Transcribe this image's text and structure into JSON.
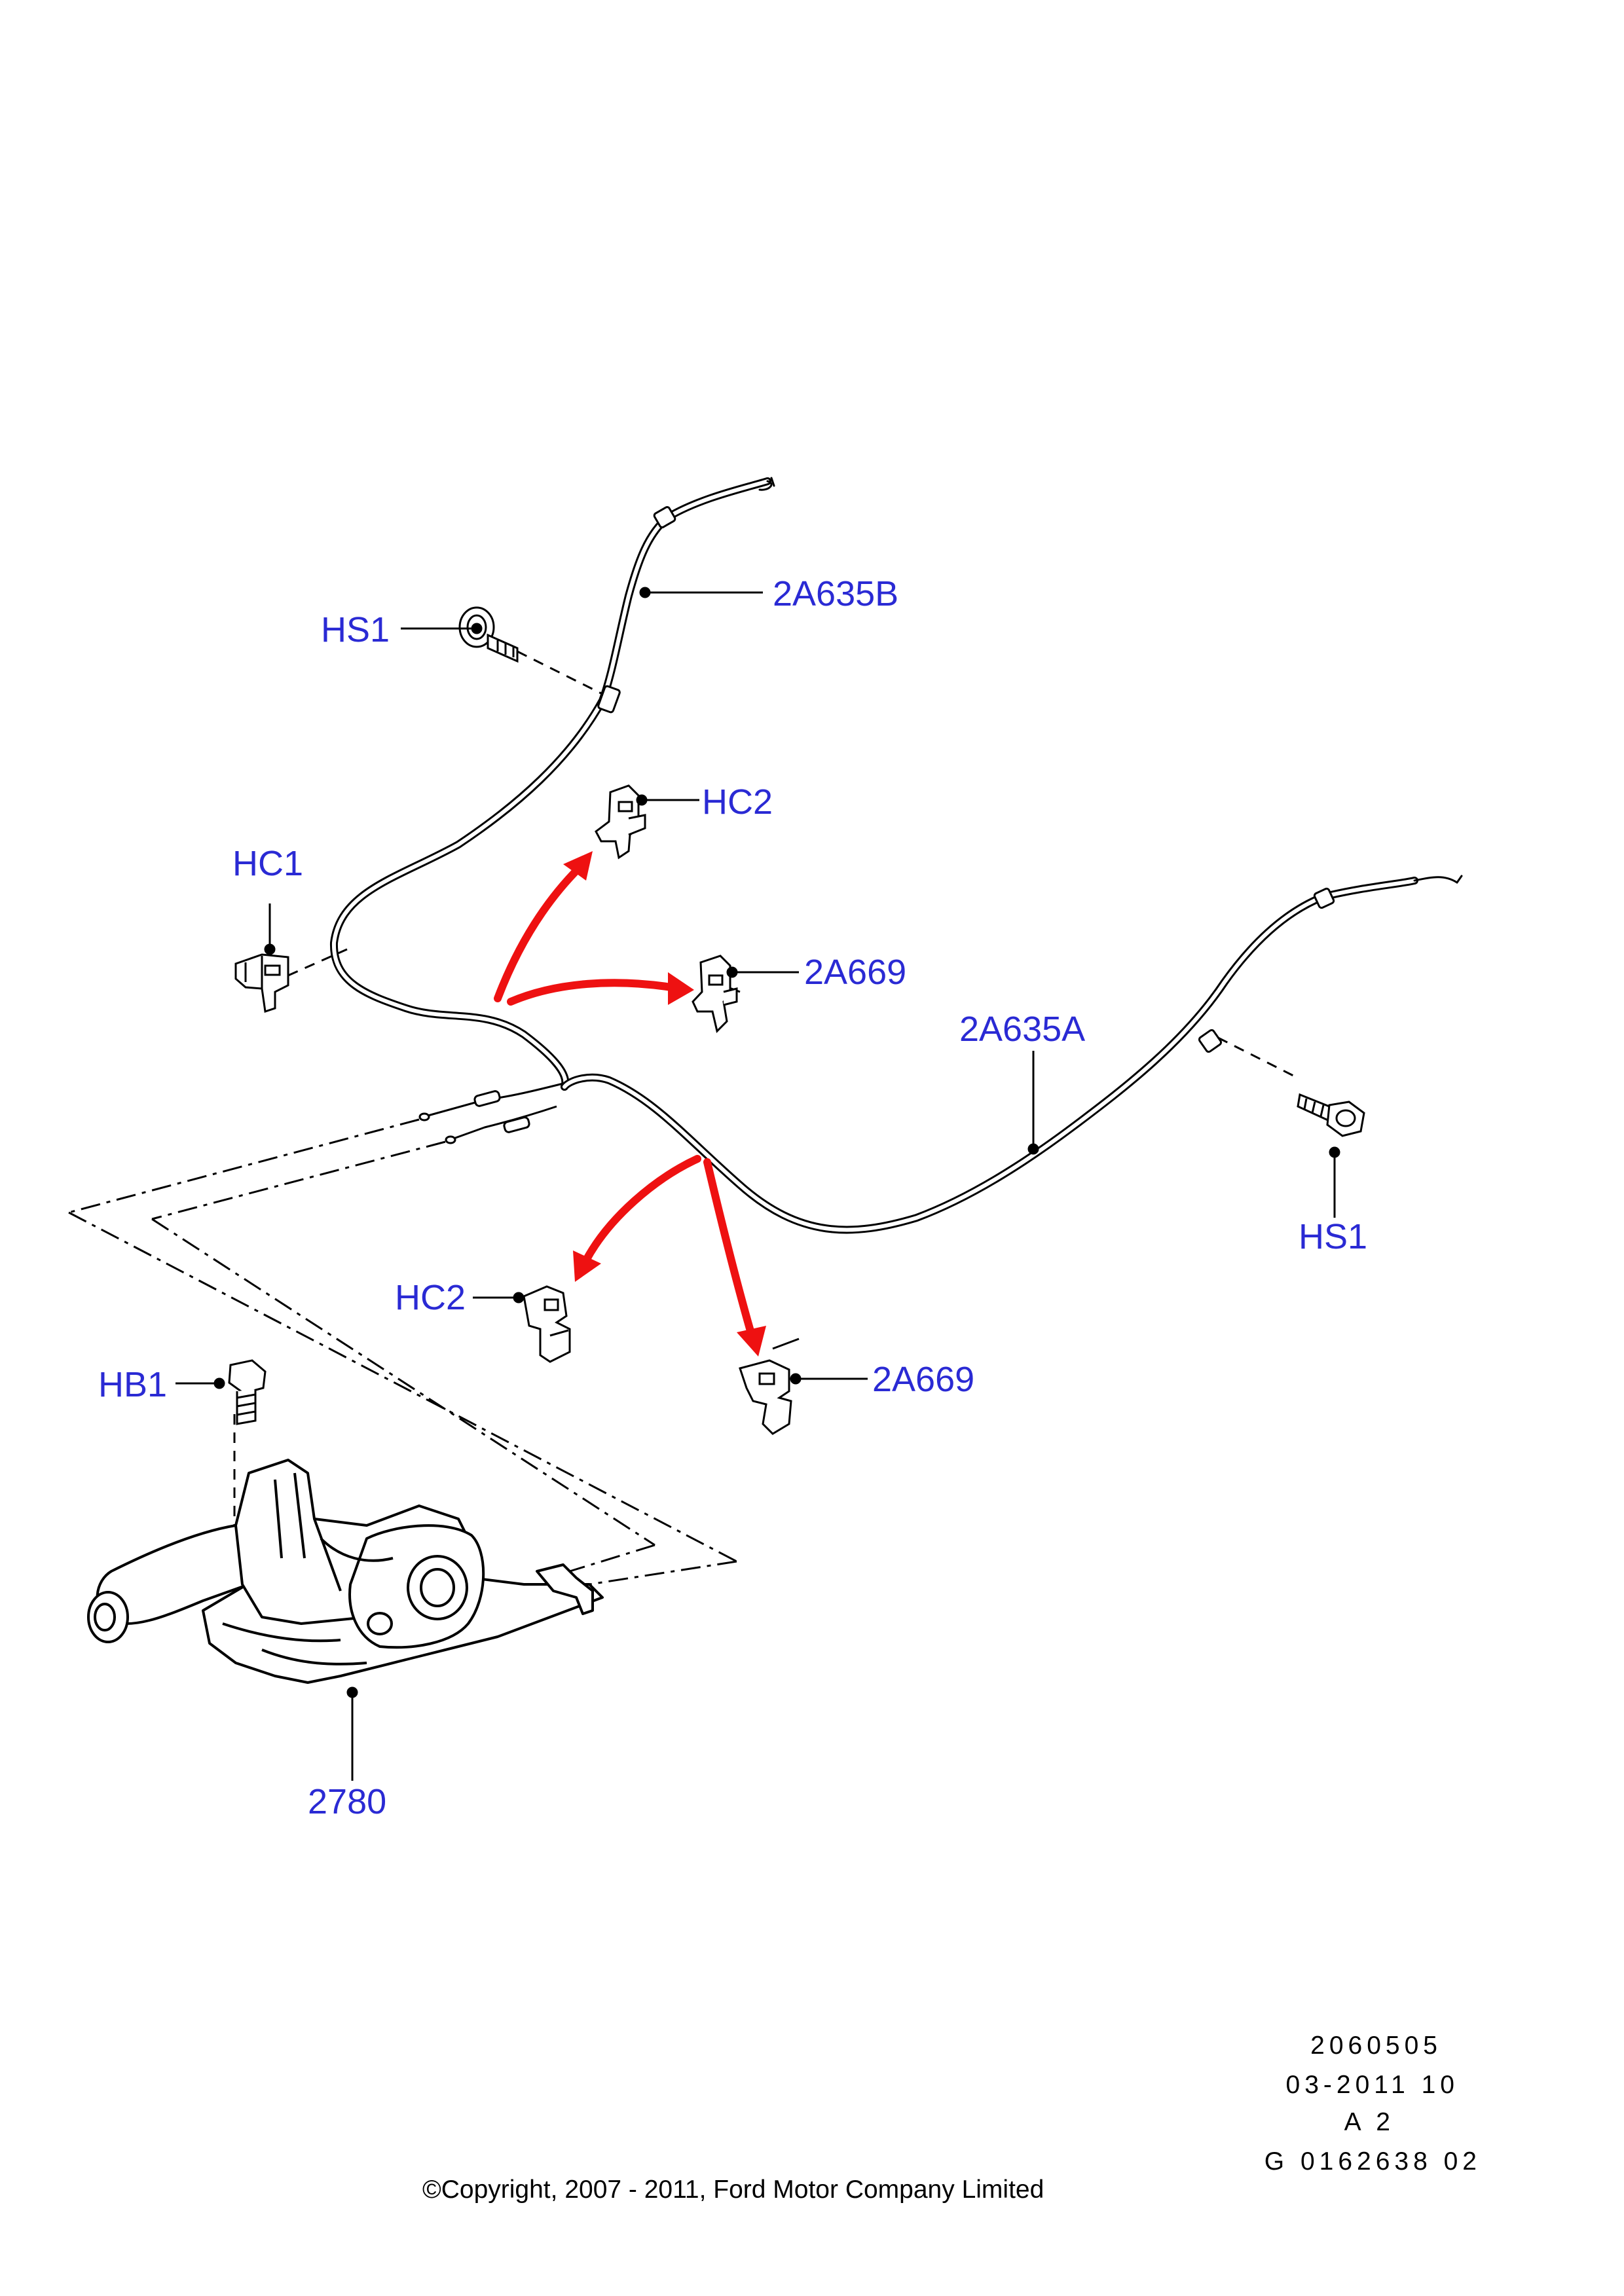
{
  "colors": {
    "line": "#000000",
    "callout": "#2a2ad4",
    "arrow": "#ee1111",
    "fill": "#ffffff",
    "text": "#000000"
  },
  "callouts": {
    "hs1_top": "HS1",
    "cable_2a635b": "2A635B",
    "hc2_top": "HC2",
    "hc1": "HC1",
    "bracket_2a669_top": "2A669",
    "cable_2a635a": "2A635A",
    "hs1_right": "HS1",
    "hc2_bottom": "HC2",
    "hb1": "HB1",
    "bracket_2a669_bottom": "2A669",
    "lever_2780": "2780"
  },
  "reference": {
    "line1": "2060505",
    "line2": "03-2011 10",
    "line3": "A 2",
    "line4": "G 0162638 02"
  },
  "copyright": "©Copyright, 2007 - 2011, Ford Motor Company Limited"
}
